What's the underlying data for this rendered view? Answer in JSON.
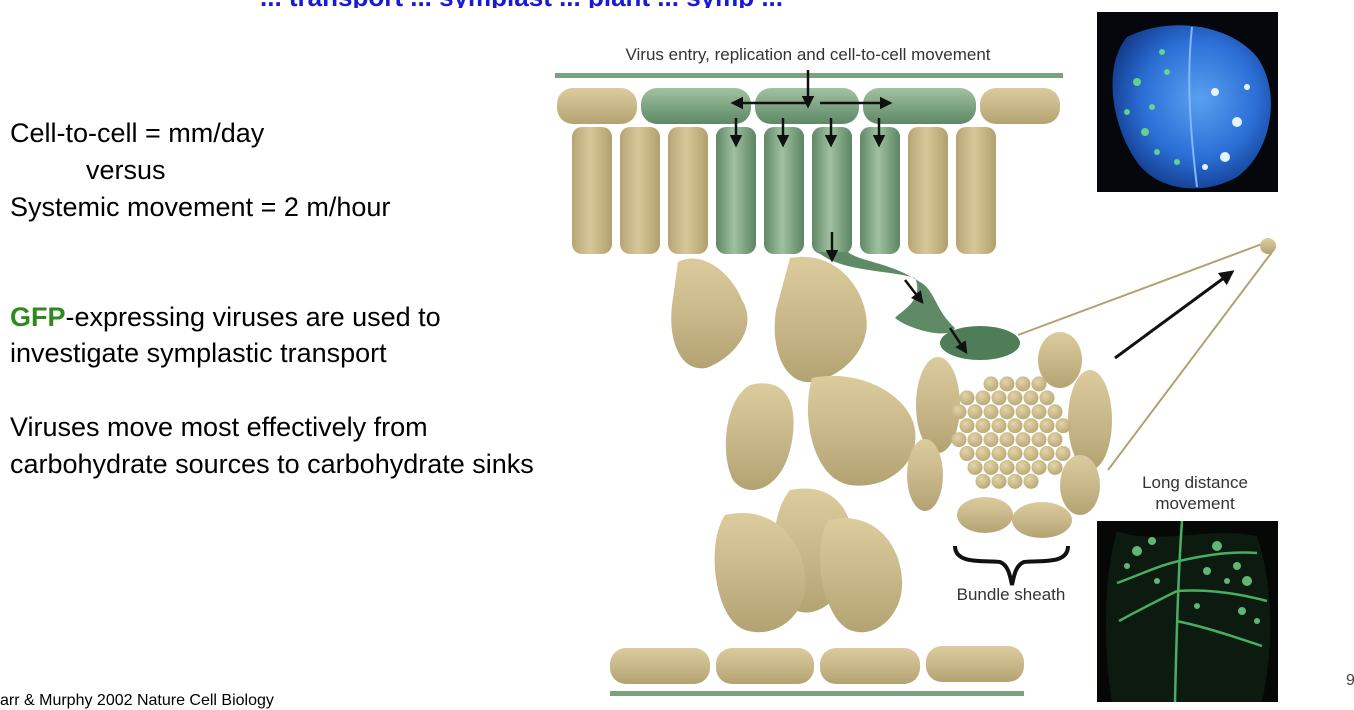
{
  "slide_title": "... transport ... symplast ... plant ... symp ...",
  "text": {
    "speed_line1": "Cell-to-cell = mm/day",
    "speed_line2": "versus",
    "speed_line3": "Systemic movement = 2 m/hour",
    "gfp_word": "GFP",
    "gfp_rest": "-expressing viruses are used to",
    "gfp_line2": "investigate symplastic transport",
    "virus_line1": "Viruses move most effectively from",
    "virus_line2": "carbohydrate sources to carbohydrate sinks"
  },
  "diagram": {
    "top_label": "Virus entry, replication and cell-to-cell movement",
    "long_distance_1": "Long distance",
    "long_distance_2": "movement",
    "bundle_sheath": "Bundle sheath"
  },
  "citation": "arr & Murphy 2002 Nature Cell Biology",
  "page_number": "9",
  "colors": {
    "tan_cell": "#c8b88a",
    "infected_cell": "#7fa583",
    "infected_dark": "#4f7d58",
    "gfp_green": "#2f8a1e",
    "leaf_blue": "#2b6fd6"
  }
}
